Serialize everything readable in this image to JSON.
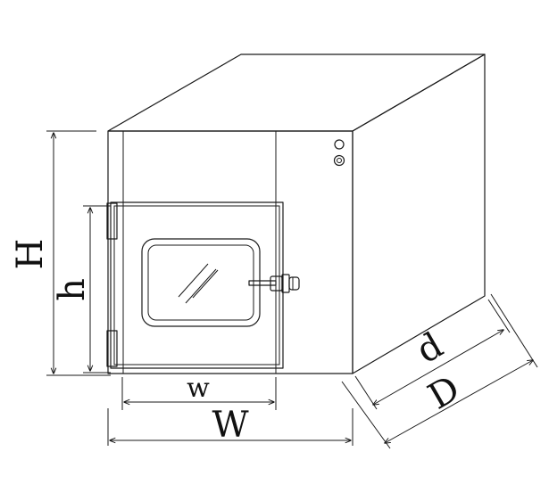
{
  "dimensions": {
    "overall_height": "H",
    "door_height": "h",
    "door_width": "w",
    "overall_width": "W",
    "door_depth": "d",
    "overall_depth": "D"
  },
  "colors": {
    "line": "#1a1a1a",
    "background": "#ffffff"
  }
}
